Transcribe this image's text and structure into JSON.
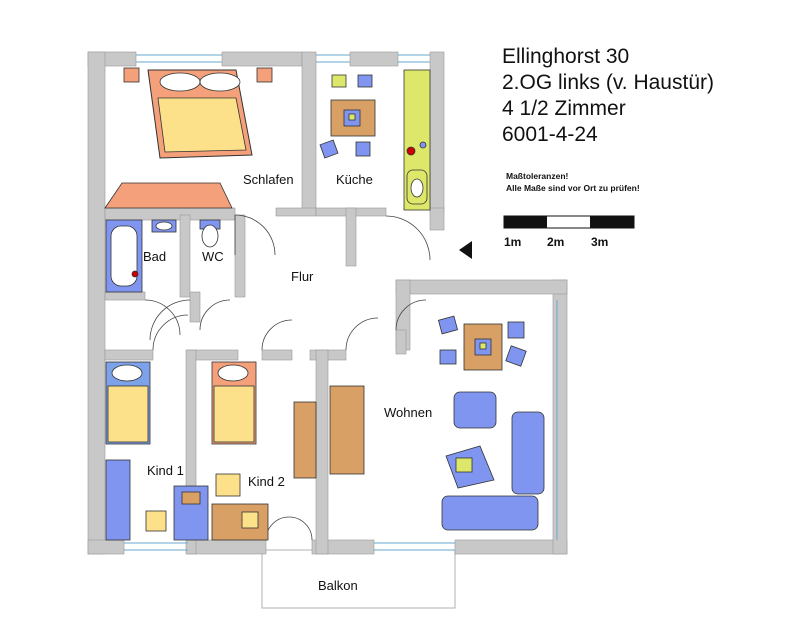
{
  "header": {
    "lines": [
      "Ellinghorst 30",
      "2.OG links (v. Haustür)",
      "4 1/2 Zimmer",
      "6001-4-24"
    ]
  },
  "notes": [
    "Maßtoleranzen!",
    "Alle Maße sind vor Ort zu prüfen!"
  ],
  "scale": {
    "labels": [
      "1m",
      "2m",
      "3m"
    ]
  },
  "rooms": {
    "schlafen": "Schlafen",
    "kueche": "Küche",
    "bad": "Bad",
    "wc": "WC",
    "flur": "Flur",
    "wohnen": "Wohnen",
    "kind1": "Kind 1",
    "kind2": "Kind 2",
    "balkon": "Balkon"
  },
  "colors": {
    "wall": "#c8c8c8",
    "bed_frame": "#f4a07a",
    "bed_sheet": "#fde18a",
    "bed_blue": "#7da2ea",
    "table_brown": "#d9a066",
    "furniture_blue": "#7f95ef",
    "kitchen_green": "#dde86a",
    "accent_red": "#cc0000"
  }
}
